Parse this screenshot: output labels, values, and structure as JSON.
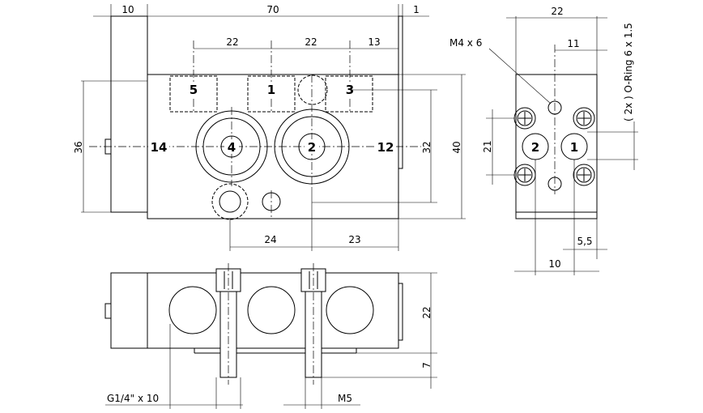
{
  "top_view": {
    "dim_left_width": "10",
    "dim_body_length": "70",
    "dim_right_flange": "1",
    "dim_spacing_1": "22",
    "dim_spacing_2": "22",
    "dim_spacing_3": "13",
    "dim_height_36": "36",
    "dim_height_32": "32",
    "dim_height_40": "40",
    "dim_bottom_24": "24",
    "dim_bottom_23": "23",
    "port_5": "5",
    "port_1": "1",
    "port_3": "3",
    "port_14": "14",
    "port_4": "4",
    "port_2": "2",
    "port_12": "12"
  },
  "side_view": {
    "dim_width": "22",
    "dim_11": "11",
    "thread_label": "M4 x 6",
    "oring_label": "( 2x ) O-Ring 6 x 1.5",
    "dim_21": "21",
    "dim_5_5": "5,5",
    "dim_10": "10",
    "port_2": "2",
    "port_1": "1"
  },
  "front_view": {
    "dim_22": "22",
    "dim_7": "7",
    "thread_g": "G1/4\" x 10",
    "thread_m5": "M5"
  }
}
